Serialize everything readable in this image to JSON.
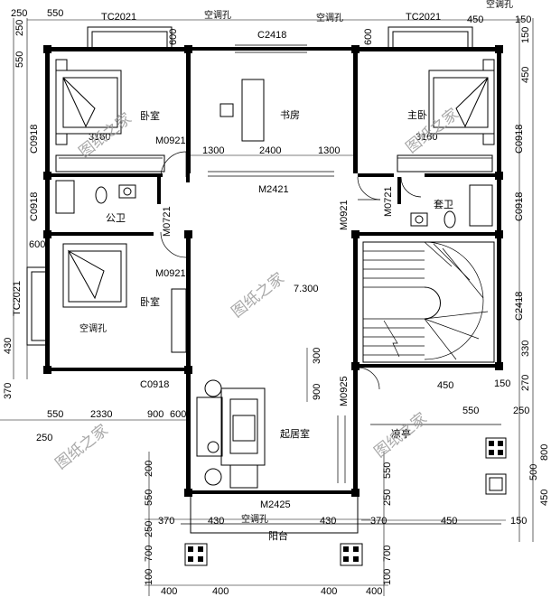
{
  "rooms": {
    "bedroom_left": "卧室",
    "master_bedroom": "主卧",
    "study": "书房",
    "public_bath": "公卫",
    "ensuite_bath": "套卫",
    "bedroom_lower": "卧室",
    "living_room": "起居室",
    "pavilion": "凉亭",
    "balcony": "阳台"
  },
  "labels": {
    "ac_hole": "空调孔",
    "elevation": "7.300",
    "watermark": "图纸之家"
  },
  "doors_windows": {
    "tc2021": "TC2021",
    "c2418": "C2418",
    "c0918": "C0918",
    "m0921": "M0921",
    "m0721": "M0721",
    "m2421": "M2421",
    "m0925": "M0925",
    "m2425": "M2425"
  },
  "dimensions": {
    "d250": "250",
    "d550": "550",
    "d600": "600",
    "d450": "450",
    "d150": "150",
    "d3160": "3160",
    "d1300": "1300",
    "d2400": "2400",
    "d430": "430",
    "d370": "370",
    "d300": "300",
    "d900": "900",
    "d330": "330",
    "d270": "270",
    "d2330": "2330",
    "d200": "200",
    "d500": "500",
    "d800": "800",
    "d700": "700",
    "d100": "100",
    "d400": "400"
  }
}
